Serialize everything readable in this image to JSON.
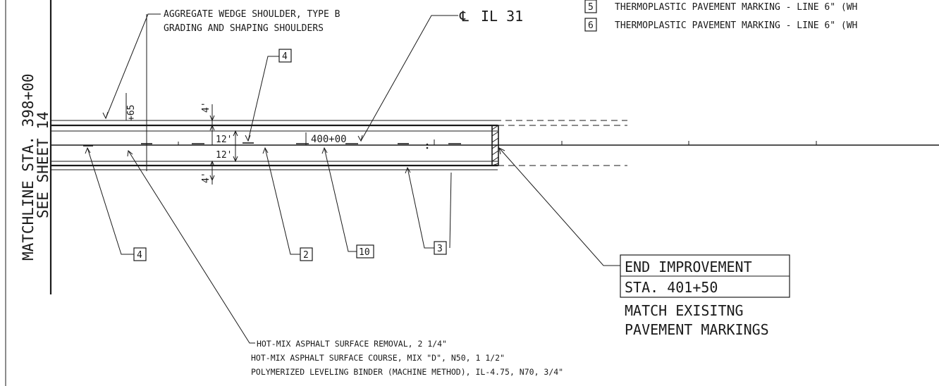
{
  "matchline": {
    "line1": "MATCHLINE STA. 398+00",
    "line2": "SEE SHEET 14"
  },
  "callouts": {
    "shoulder": {
      "line1": "AGGREGATE WEDGE SHOULDER, TYPE B",
      "line2": "GRADING AND SHAPING SHOULDERS"
    },
    "centerline": "IL 31",
    "centerline_symbol": "℄",
    "station": "400+00",
    "offset": "+65",
    "end_improvement": {
      "line1": "END IMPROVEMENT",
      "line2": "STA. 401+50",
      "line3": "MATCH EXISITNG",
      "line4": "PAVEMENT MARKINGS"
    },
    "asphalt": {
      "line1": "HOT-MIX ASPHALT SURFACE REMOVAL, 2 1/4\"",
      "line2": "HOT-MIX ASPHALT SURFACE COURSE, MIX \"D\", N50, 1 1/2\"",
      "line3": "POLYMERIZED LEVELING BINDER (MACHINE METHOD), IL-4.75, N70, 3/4\""
    }
  },
  "dimensions": {
    "shoulder_top": "4'",
    "lane_top": "12'",
    "lane_bottom": "12'",
    "shoulder_bottom": "4'"
  },
  "tags": {
    "tag_4_top": "4",
    "tag_4_bottom": "4",
    "tag_2": "2",
    "tag_10": "10",
    "tag_3": "3"
  },
  "legend": [
    {
      "key": "5",
      "text": "THERMOPLASTIC PAVEMENT MARKING - LINE 6\" (WH"
    },
    {
      "key": "6",
      "text": "THERMOPLASTIC PAVEMENT MARKING - LINE 6\" (WH"
    }
  ]
}
